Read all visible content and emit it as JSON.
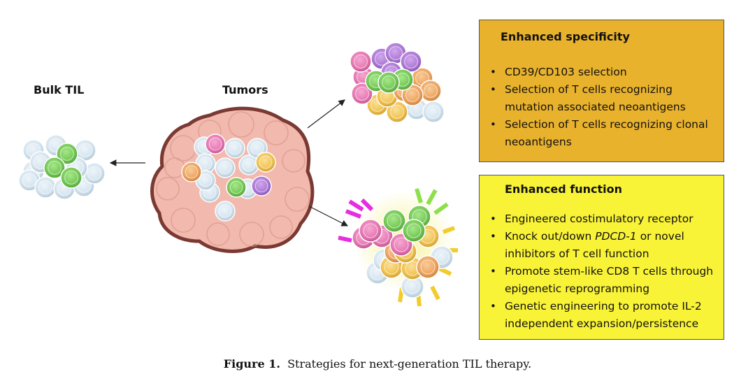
{
  "labels": {
    "bulk_til": "Bulk TIL",
    "tumors": "Tumors"
  },
  "specificity": {
    "title": "Enhanced specificity",
    "items": [
      "CD39/CD103 selection",
      "Selection of T cells recognizing mutation associated neoantigens",
      "Selection of T cells recognizing clonal neoantigens"
    ]
  },
  "function": {
    "title": "Enhanced function",
    "items_html": [
      "Engineered costimulatory receptor",
      "Knock out/down <i>PDCD-1</i> or novel inhibitors of T cell function",
      "Promote stem-like CD8 T cells through epigenetic reprogramming",
      "Genetic engineering to promote IL-2 independent expansion/persistence"
    ]
  },
  "caption": {
    "label": "Figure 1.",
    "text": "Strategies for next-generation TIL therapy."
  },
  "colors": {
    "specificity_box": "#e9b22c",
    "function_box": "#f9f337",
    "tumor_fill": "#f2b9ae",
    "tumor_outline": "#7a3a33",
    "cell_blue": "#d5e4ee",
    "cell_green": "#7cd05a",
    "cell_pink": "#e87ab6",
    "cell_purple": "#b27ad8",
    "cell_orange": "#f0a860",
    "cell_yellow": "#f2c552",
    "rays_magenta": "#e62ee0",
    "rays_green": "#8ee04a",
    "rays_yellow": "#f2cc2a"
  }
}
